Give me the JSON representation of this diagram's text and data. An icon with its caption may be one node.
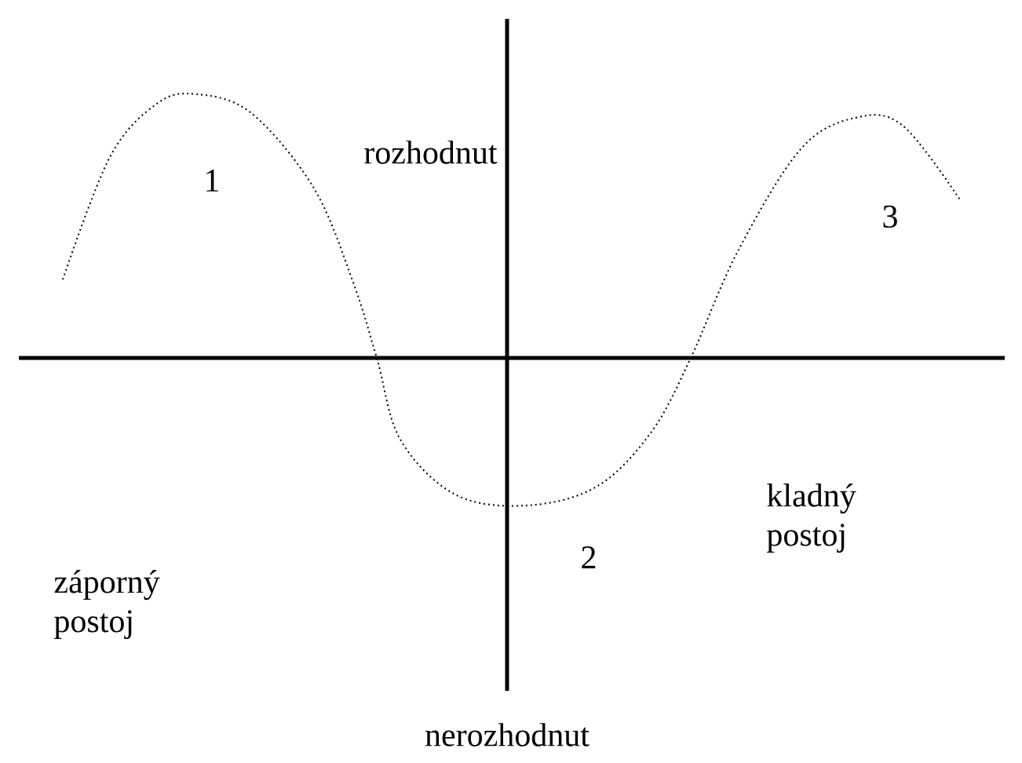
{
  "diagram": {
    "labels": [
      "rozhodnut",
      "1",
      "3",
      "kladný postoj",
      "2",
      "záporný postoj",
      "nerozhodnut"
    ]
  }
}
